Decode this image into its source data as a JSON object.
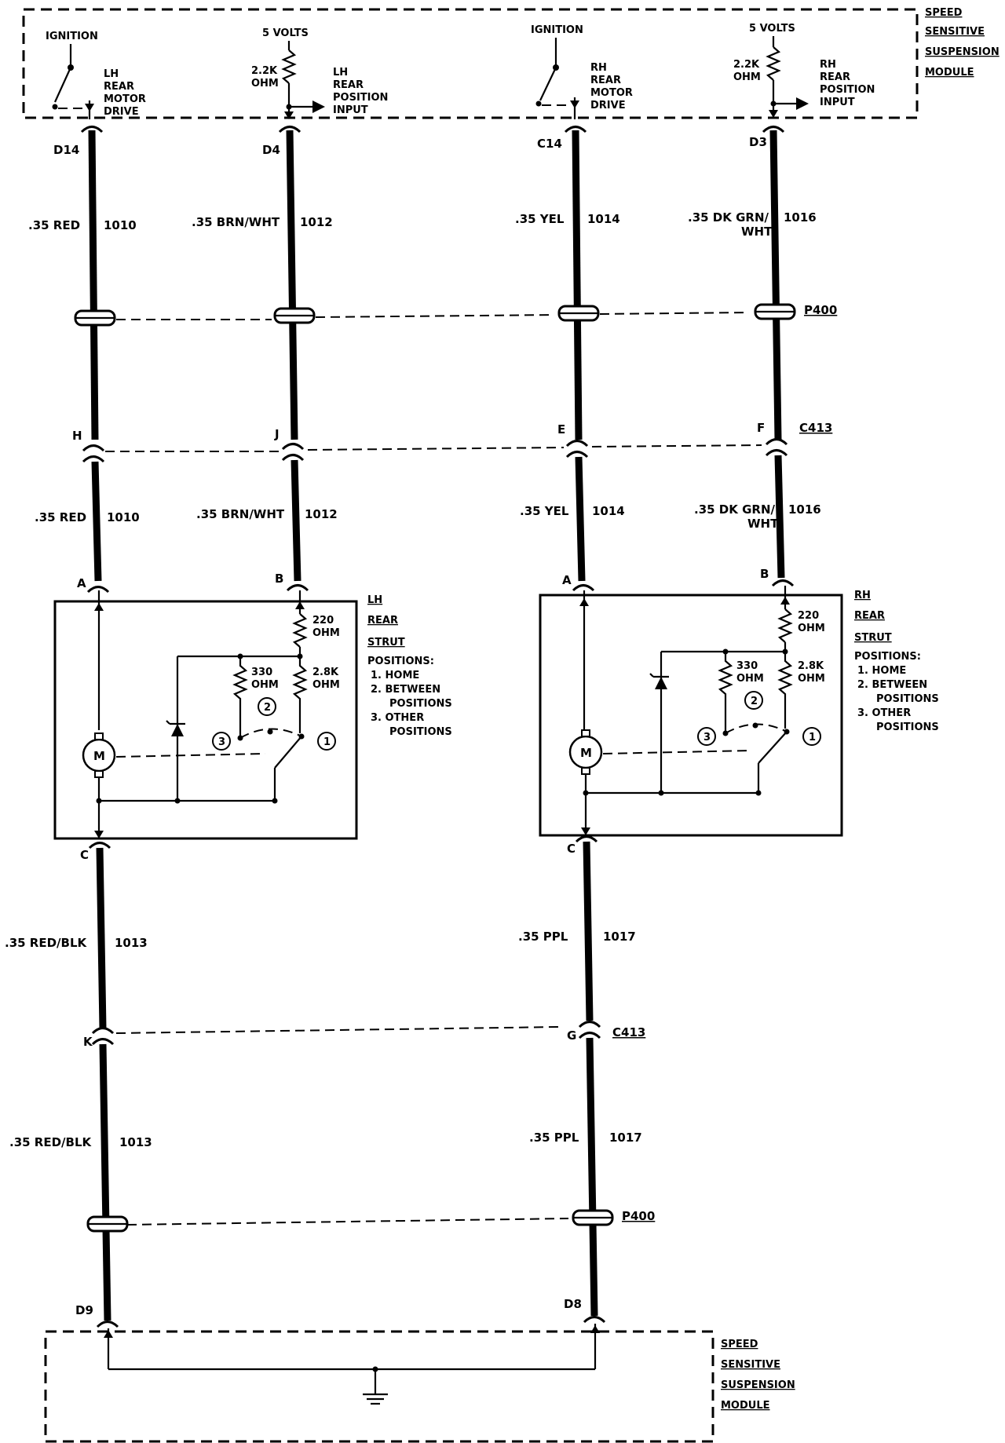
{
  "module": {
    "title_lines": [
      "SPEED",
      "SENSITIVE",
      "SUSPENSION",
      "MODULE"
    ]
  },
  "top": {
    "lh_ignition": "IGNITION",
    "lh_5volts": "5 VOLTS",
    "rh_ignition": "IGNITION",
    "rh_5volts": "5 VOLTS",
    "lh_res_value": "2.2K",
    "lh_res_unit": "OHM",
    "rh_res_value": "2.2K",
    "rh_res_unit": "OHM",
    "lh_motor_drive": [
      "LH",
      "REAR",
      "MOTOR",
      "DRIVE"
    ],
    "lh_position_input": [
      "LH",
      "REAR",
      "POSITION",
      "INPUT"
    ],
    "rh_motor_drive": [
      "RH",
      "REAR",
      "MOTOR",
      "DRIVE"
    ],
    "rh_position_input": [
      "RH",
      "REAR",
      "POSITION",
      "INPUT"
    ]
  },
  "pins": {
    "d14": "D14",
    "d4": "D4",
    "c14": "C14",
    "d3": "D3",
    "h": "H",
    "j": "J",
    "e": "E",
    "f": "F",
    "lh_a": "A",
    "lh_b": "B",
    "rh_a": "A",
    "rh_b": "B",
    "lh_c": "C",
    "rh_c": "C",
    "k": "K",
    "g": "G",
    "d9": "D9",
    "d8": "D8"
  },
  "wires": {
    "w1_upper_color": ".35 RED",
    "w1_upper_num": "1010",
    "w2_upper_color": ".35 BRN/WHT",
    "w2_upper_num": "1012",
    "w3_upper_color": ".35 YEL",
    "w3_upper_num": "1014",
    "w4_upper_color": ".35 DK GRN/",
    "w4_upper_color2": "WHT",
    "w4_upper_num": "1016",
    "w1_lower_color": ".35 RED",
    "w1_lower_num": "1010",
    "w2_lower_color": ".35 BRN/WHT",
    "w2_lower_num": "1012",
    "w3_lower_color": ".35 YEL",
    "w3_lower_num": "1014",
    "w4_lower_color": ".35 DK GRN/",
    "w4_lower_color2": "WHT",
    "w4_lower_num": "1016",
    "w5a_color": ".35 RED/BLK",
    "w5a_num": "1013",
    "w6a_color": ".35 PPL",
    "w6a_num": "1017",
    "w5b_color": ".35 RED/BLK",
    "w5b_num": "1013",
    "w6b_color": ".35 PPL",
    "w6b_num": "1017"
  },
  "connectors": {
    "p400_top": "P400",
    "c413_top": "C413",
    "c413_bottom": "C413",
    "p400_bottom": "P400"
  },
  "struts": {
    "lh": {
      "title": [
        "LH",
        "REAR",
        "STRUT"
      ],
      "positions_heading": "POSITIONS:",
      "positions": [
        "1. HOME",
        "2. BETWEEN",
        "POSITIONS",
        "3. OTHER",
        "POSITIONS"
      ],
      "r220": "220",
      "r220_unit": "OHM",
      "r330": "330",
      "r330_unit": "OHM",
      "r28k": "2.8K",
      "r28k_unit": "OHM",
      "motor": "M",
      "pos1": "1",
      "pos2": "2",
      "pos3": "3"
    },
    "rh": {
      "title": [
        "RH",
        "REAR",
        "STRUT"
      ],
      "positions_heading": "POSITIONS:",
      "positions": [
        "1. HOME",
        "2. BETWEEN",
        "POSITIONS",
        "3. OTHER",
        "POSITIONS"
      ],
      "r220": "220",
      "r220_unit": "OHM",
      "r330": "330",
      "r330_unit": "OHM",
      "r28k": "2.8K",
      "r28k_unit": "OHM",
      "motor": "M",
      "pos1": "1",
      "pos2": "2",
      "pos3": "3"
    }
  }
}
